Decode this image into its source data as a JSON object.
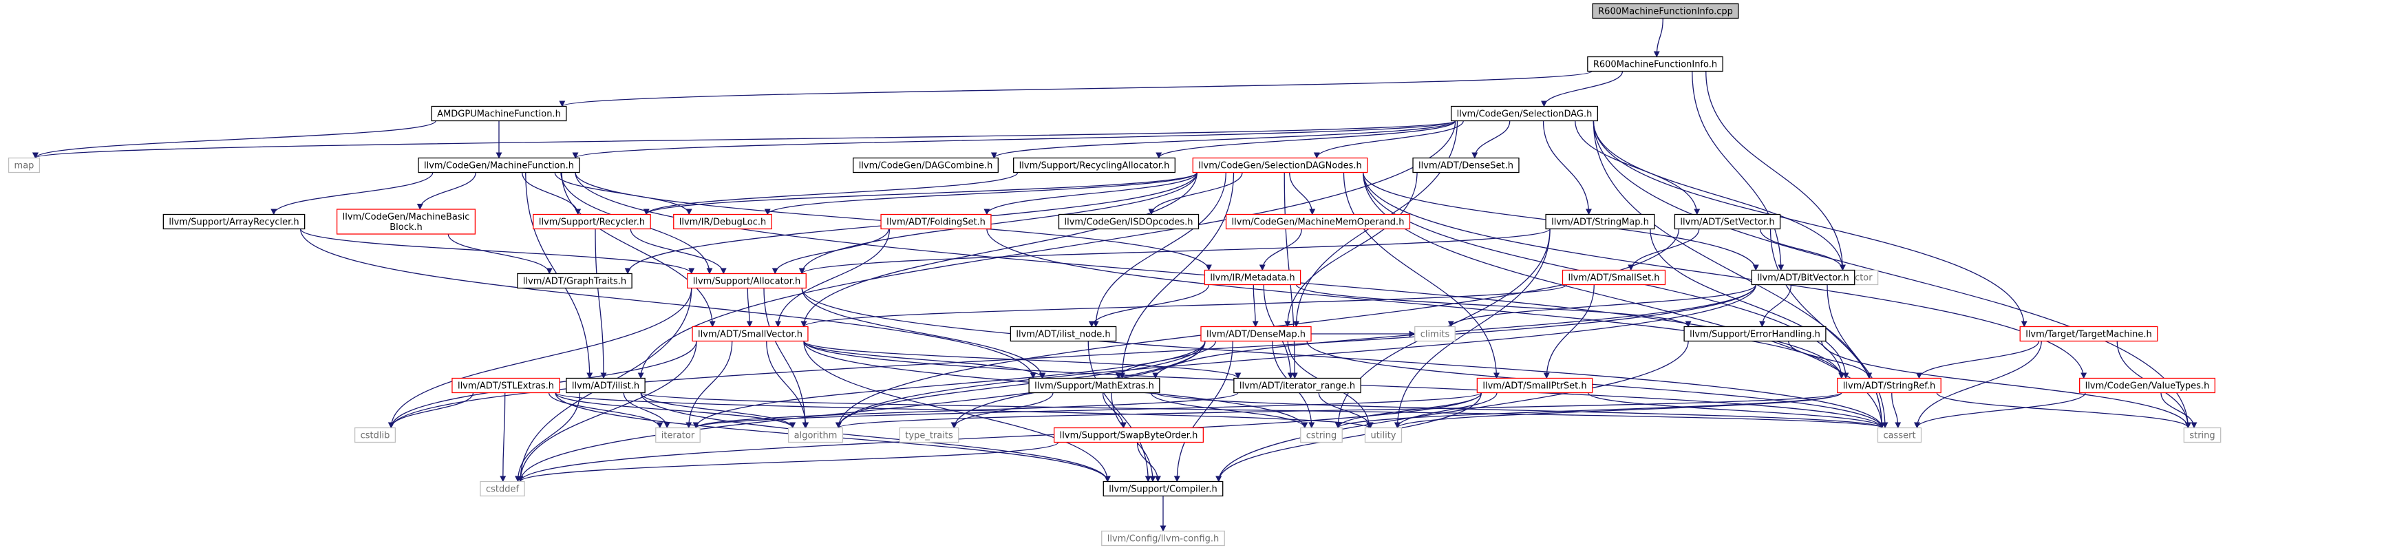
{
  "diagram": {
    "type": "include-dependency-graph",
    "colors": {
      "root_fill": "#bfbfbf",
      "edge": "#191970",
      "border_documented": "#000000",
      "border_undocumented": "#ff0000",
      "border_system": "#bfbfbf",
      "text": "#000000"
    },
    "nodes": [
      {
        "id": "root",
        "label": "R600MachineFunctionInfo.cpp",
        "kind": "root"
      },
      {
        "id": "r600mfi_h",
        "label": "R600MachineFunctionInfo.h",
        "kind": "documented"
      },
      {
        "id": "amdgpumf_h",
        "label": "AMDGPUMachineFunction.h",
        "kind": "documented"
      },
      {
        "id": "selectiondag_h",
        "label": "llvm/CodeGen/SelectionDAG.h",
        "kind": "documented"
      },
      {
        "id": "map",
        "label": "map",
        "kind": "system"
      },
      {
        "id": "machinefunction_h",
        "label": "llvm/CodeGen/MachineFunction.h",
        "kind": "documented"
      },
      {
        "id": "dagcombine_h",
        "label": "llvm/CodeGen/DAGCombine.h",
        "kind": "documented"
      },
      {
        "id": "recyclingallocator_h",
        "label": "llvm/Support/RecyclingAllocator.h",
        "kind": "documented"
      },
      {
        "id": "selectiondagnodes_h",
        "label": "llvm/CodeGen/SelectionDAGNodes.h",
        "kind": "undocumented"
      },
      {
        "id": "denseset_h",
        "label": "llvm/ADT/DenseSet.h",
        "kind": "documented"
      },
      {
        "id": "arrayrecycler_h",
        "label": "llvm/Support/ArrayRecycler.h",
        "kind": "documented"
      },
      {
        "id": "machinebasicblock_h",
        "label": "llvm/CodeGen/MachineBasic\nBlock.h",
        "kind": "undocumented"
      },
      {
        "id": "recycler_h",
        "label": "llvm/Support/Recycler.h",
        "kind": "undocumented"
      },
      {
        "id": "debugloc_h",
        "label": "llvm/IR/DebugLoc.h",
        "kind": "undocumented"
      },
      {
        "id": "foldingset_h",
        "label": "llvm/ADT/FoldingSet.h",
        "kind": "undocumented"
      },
      {
        "id": "isdopcodes_h",
        "label": "llvm/CodeGen/ISDOpcodes.h",
        "kind": "documented"
      },
      {
        "id": "machinememoperand_h",
        "label": "llvm/CodeGen/MachineMemOperand.h",
        "kind": "undocumented"
      },
      {
        "id": "stringmap_h",
        "label": "llvm/ADT/StringMap.h",
        "kind": "documented"
      },
      {
        "id": "setvector_h",
        "label": "llvm/ADT/SetVector.h",
        "kind": "documented"
      },
      {
        "id": "vector",
        "label": "vector",
        "kind": "system"
      },
      {
        "id": "graphtraits_h",
        "label": "llvm/ADT/GraphTraits.h",
        "kind": "documented"
      },
      {
        "id": "allocator_h",
        "label": "llvm/Support/Allocator.h",
        "kind": "undocumented"
      },
      {
        "id": "metadata_h",
        "label": "llvm/IR/Metadata.h",
        "kind": "undocumented"
      },
      {
        "id": "smallset_h",
        "label": "llvm/ADT/SmallSet.h",
        "kind": "undocumented"
      },
      {
        "id": "bitvector_h",
        "label": "llvm/ADT/BitVector.h",
        "kind": "documented"
      },
      {
        "id": "smallvector_h",
        "label": "llvm/ADT/SmallVector.h",
        "kind": "undocumented"
      },
      {
        "id": "ilist_node_h",
        "label": "llvm/ADT/ilist_node.h",
        "kind": "documented"
      },
      {
        "id": "densemap_h",
        "label": "llvm/ADT/DenseMap.h",
        "kind": "undocumented"
      },
      {
        "id": "climits",
        "label": "climits",
        "kind": "system"
      },
      {
        "id": "errorhandling_h",
        "label": "llvm/Support/ErrorHandling.h",
        "kind": "documented"
      },
      {
        "id": "targetmachine_h",
        "label": "llvm/Target/TargetMachine.h",
        "kind": "undocumented"
      },
      {
        "id": "stlextras_h",
        "label": "llvm/ADT/STLExtras.h",
        "kind": "undocumented"
      },
      {
        "id": "ilist_h",
        "label": "llvm/ADT/ilist.h",
        "kind": "documented"
      },
      {
        "id": "mathextras_h",
        "label": "llvm/Support/MathExtras.h",
        "kind": "documented"
      },
      {
        "id": "iterator_range_h",
        "label": "llvm/ADT/iterator_range.h",
        "kind": "documented"
      },
      {
        "id": "smallptrset_h",
        "label": "llvm/ADT/SmallPtrSet.h",
        "kind": "undocumented"
      },
      {
        "id": "stringref_h",
        "label": "llvm/ADT/StringRef.h",
        "kind": "undocumented"
      },
      {
        "id": "valuetypes_h",
        "label": "llvm/CodeGen/ValueTypes.h",
        "kind": "undocumented"
      },
      {
        "id": "cstdlib",
        "label": "cstdlib",
        "kind": "system"
      },
      {
        "id": "iterator",
        "label": "iterator",
        "kind": "system"
      },
      {
        "id": "algorithm",
        "label": "algorithm",
        "kind": "system"
      },
      {
        "id": "type_traits",
        "label": "type_traits",
        "kind": "system"
      },
      {
        "id": "swapbyteorder_h",
        "label": "llvm/Support/SwapByteOrder.h",
        "kind": "undocumented"
      },
      {
        "id": "cstring",
        "label": "cstring",
        "kind": "system"
      },
      {
        "id": "utility",
        "label": "utility",
        "kind": "system"
      },
      {
        "id": "cassert",
        "label": "cassert",
        "kind": "system"
      },
      {
        "id": "string",
        "label": "string",
        "kind": "system"
      },
      {
        "id": "cstddef",
        "label": "cstddef",
        "kind": "system"
      },
      {
        "id": "compiler_h",
        "label": "llvm/Support/Compiler.h",
        "kind": "documented"
      },
      {
        "id": "llvm_config_h",
        "label": "llvm/Config/llvm-config.h",
        "kind": "system"
      }
    ],
    "edges": [
      [
        "root",
        "r600mfi_h"
      ],
      [
        "r600mfi_h",
        "amdgpumf_h"
      ],
      [
        "r600mfi_h",
        "selectiondag_h"
      ],
      [
        "r600mfi_h",
        "bitvector_h"
      ],
      [
        "r600mfi_h",
        "vector"
      ],
      [
        "amdgpumf_h",
        "map"
      ],
      [
        "amdgpumf_h",
        "machinefunction_h"
      ],
      [
        "selectiondag_h",
        "map"
      ],
      [
        "selectiondag_h",
        "machinefunction_h"
      ],
      [
        "selectiondag_h",
        "dagcombine_h"
      ],
      [
        "selectiondag_h",
        "recyclingallocator_h"
      ],
      [
        "selectiondag_h",
        "selectiondagnodes_h"
      ],
      [
        "selectiondag_h",
        "denseset_h"
      ],
      [
        "selectiondag_h",
        "stringmap_h"
      ],
      [
        "selectiondag_h",
        "setvector_h"
      ],
      [
        "selectiondag_h",
        "vector"
      ],
      [
        "selectiondag_h",
        "targetmachine_h"
      ],
      [
        "selectiondag_h",
        "string"
      ],
      [
        "selectiondag_h",
        "ilist_h"
      ],
      [
        "selectiondag_h",
        "densemap_h"
      ],
      [
        "selectiondag_h",
        "cassert"
      ],
      [
        "machinefunction_h",
        "arrayrecycler_h"
      ],
      [
        "machinefunction_h",
        "machinebasicblock_h"
      ],
      [
        "machinefunction_h",
        "recycler_h"
      ],
      [
        "machinefunction_h",
        "debugloc_h"
      ],
      [
        "machinefunction_h",
        "allocator_h"
      ],
      [
        "machinefunction_h",
        "metadata_h"
      ],
      [
        "machinefunction_h",
        "ilist_h"
      ],
      [
        "machinefunction_h",
        "smallvector_h"
      ],
      [
        "machinefunction_h",
        "stringref_h"
      ],
      [
        "recyclingallocator_h",
        "recycler_h"
      ],
      [
        "selectiondagnodes_h",
        "recycler_h"
      ],
      [
        "selectiondagnodes_h",
        "debugloc_h"
      ],
      [
        "selectiondagnodes_h",
        "foldingset_h"
      ],
      [
        "selectiondagnodes_h",
        "isdopcodes_h"
      ],
      [
        "selectiondagnodes_h",
        "machinememoperand_h"
      ],
      [
        "selectiondagnodes_h",
        "graphtraits_h"
      ],
      [
        "selectiondagnodes_h",
        "allocator_h"
      ],
      [
        "selectiondagnodes_h",
        "smallvector_h"
      ],
      [
        "selectiondagnodes_h",
        "ilist_node_h"
      ],
      [
        "selectiondagnodes_h",
        "smallptrset_h"
      ],
      [
        "selectiondagnodes_h",
        "iterator_range_h"
      ],
      [
        "selectiondagnodes_h",
        "mathextras_h"
      ],
      [
        "selectiondagnodes_h",
        "bitvector_h"
      ],
      [
        "selectiondagnodes_h",
        "valuetypes_h"
      ],
      [
        "selectiondagnodes_h",
        "cassert"
      ],
      [
        "selectiondagnodes_h",
        "stringref_h"
      ],
      [
        "denseset_h",
        "densemap_h"
      ],
      [
        "arrayrecycler_h",
        "allocator_h"
      ],
      [
        "arrayrecycler_h",
        "mathextras_h"
      ],
      [
        "machinebasicblock_h",
        "graphtraits_h"
      ],
      [
        "recycler_h",
        "allocator_h"
      ],
      [
        "recycler_h",
        "ilist_h"
      ],
      [
        "foldingset_h",
        "allocator_h"
      ],
      [
        "foldingset_h",
        "smallvector_h"
      ],
      [
        "foldingset_h",
        "stringref_h"
      ],
      [
        "machinememoperand_h",
        "metadata_h"
      ],
      [
        "stringmap_h",
        "allocator_h"
      ],
      [
        "stringmap_h",
        "stringref_h"
      ],
      [
        "stringmap_h",
        "cstring"
      ],
      [
        "stringmap_h",
        "utility"
      ],
      [
        "setvector_h",
        "smallset_h"
      ],
      [
        "setvector_h",
        "vector"
      ],
      [
        "setvector_h",
        "algorithm"
      ],
      [
        "setvector_h",
        "cassert"
      ],
      [
        "allocator_h",
        "smallvector_h"
      ],
      [
        "allocator_h",
        "mathextras_h"
      ],
      [
        "allocator_h",
        "cstddef"
      ],
      [
        "allocator_h",
        "algorithm"
      ],
      [
        "allocator_h",
        "cassert"
      ],
      [
        "allocator_h",
        "cstdlib"
      ],
      [
        "metadata_h",
        "densemap_h"
      ],
      [
        "metadata_h",
        "ilist_node_h"
      ],
      [
        "metadata_h",
        "iterator_range_h"
      ],
      [
        "metadata_h",
        "errorhandling_h"
      ],
      [
        "smallset_h",
        "smallptrset_h"
      ],
      [
        "smallset_h",
        "smallvector_h"
      ],
      [
        "bitvector_h",
        "errorhandling_h"
      ],
      [
        "bitvector_h",
        "mathextras_h"
      ],
      [
        "bitvector_h",
        "algorithm"
      ],
      [
        "bitvector_h",
        "cassert"
      ],
      [
        "bitvector_h",
        "climits"
      ],
      [
        "bitvector_h",
        "cstdlib"
      ],
      [
        "smallvector_h",
        "iterator"
      ],
      [
        "smallvector_h",
        "algorithm"
      ],
      [
        "smallvector_h",
        "mathextras_h"
      ],
      [
        "smallvector_h",
        "compiler_h"
      ],
      [
        "smallvector_h",
        "cstddef"
      ],
      [
        "smallvector_h",
        "cstdlib"
      ],
      [
        "smallvector_h",
        "cassert"
      ],
      [
        "smallvector_h",
        "iterator_range_h"
      ],
      [
        "smallvector_h",
        "cstring"
      ],
      [
        "ilist_node_h",
        "compiler_h"
      ],
      [
        "densemap_h",
        "mathextras_h"
      ],
      [
        "densemap_h",
        "compiler_h"
      ],
      [
        "densemap_h",
        "algorithm"
      ],
      [
        "densemap_h",
        "climits"
      ],
      [
        "densemap_h",
        "cstddef"
      ],
      [
        "densemap_h",
        "cstring"
      ],
      [
        "densemap_h",
        "iterator"
      ],
      [
        "densemap_h",
        "utility"
      ],
      [
        "densemap_h",
        "cassert"
      ],
      [
        "densemap_h",
        "type_traits"
      ],
      [
        "errorhandling_h",
        "stringref_h"
      ],
      [
        "errorhandling_h",
        "compiler_h"
      ],
      [
        "errorhandling_h",
        "string"
      ],
      [
        "targetmachine_h",
        "stringref_h"
      ],
      [
        "targetmachine_h",
        "cassert"
      ],
      [
        "targetmachine_h",
        "string"
      ],
      [
        "stlextras_h",
        "compiler_h"
      ],
      [
        "stlextras_h",
        "cstddef"
      ],
      [
        "stlextras_h",
        "cstdlib"
      ],
      [
        "stlextras_h",
        "iterator"
      ],
      [
        "stlextras_h",
        "utility"
      ],
      [
        "stlextras_h",
        "algorithm"
      ],
      [
        "ilist_h",
        "compiler_h"
      ],
      [
        "ilist_h",
        "algorithm"
      ],
      [
        "ilist_h",
        "cassert"
      ],
      [
        "ilist_h",
        "cstddef"
      ],
      [
        "ilist_h",
        "iterator"
      ],
      [
        "mathextras_h",
        "compiler_h"
      ],
      [
        "mathextras_h",
        "swapbyteorder_h"
      ],
      [
        "mathextras_h",
        "cassert"
      ],
      [
        "mathextras_h",
        "cstring"
      ],
      [
        "mathextras_h",
        "type_traits"
      ],
      [
        "iterator_range_h",
        "iterator"
      ],
      [
        "iterator_range_h",
        "utility"
      ],
      [
        "smallptrset_h",
        "compiler_h"
      ],
      [
        "smallptrset_h",
        "cassert"
      ],
      [
        "smallptrset_h",
        "cstddef"
      ],
      [
        "smallptrset_h",
        "cstring"
      ],
      [
        "smallptrset_h",
        "iterator"
      ],
      [
        "smallptrset_h",
        "utility"
      ],
      [
        "stringref_h",
        "algorithm"
      ],
      [
        "stringref_h",
        "cassert"
      ],
      [
        "stringref_h",
        "cstring"
      ],
      [
        "stringref_h",
        "string"
      ],
      [
        "stringref_h",
        "utility"
      ],
      [
        "valuetypes_h",
        "cassert"
      ],
      [
        "valuetypes_h",
        "string"
      ],
      [
        "swapbyteorder_h",
        "compiler_h"
      ],
      [
        "swapbyteorder_h",
        "cstddef"
      ],
      [
        "compiler_h",
        "llvm_config_h"
      ]
    ]
  }
}
